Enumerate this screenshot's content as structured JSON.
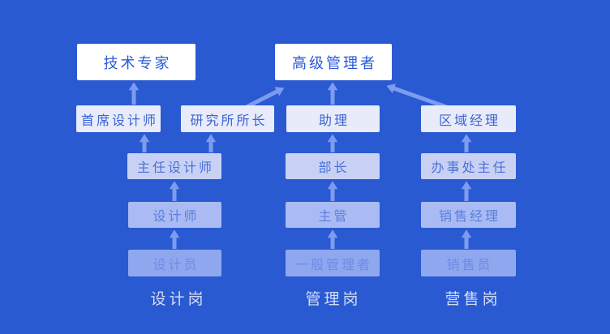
{
  "diagram_type": "career-path-org-chart",
  "colors": {
    "bg": "#2a5ad2",
    "box_white": "#ffffff",
    "text_blue": "#2b5ad8",
    "arrow_color": "#7d9cf0",
    "label_color": "#d4ddf6",
    "level_fills": [
      "#ffffff",
      "#e8ebf9",
      "#c8d1f4",
      "#a9bbf2",
      "#8fa7ee"
    ]
  },
  "nodes": {
    "tech_expert": {
      "label": "技术专家",
      "level": 1
    },
    "senior_manager": {
      "label": "高级管理者",
      "level": 1
    },
    "chief_designer": {
      "label": "首席设计师",
      "level": 2
    },
    "institute_director": {
      "label": "研究所所长",
      "level": 2
    },
    "assistant": {
      "label": "助理",
      "level": 2
    },
    "regional_manager": {
      "label": "区域经理",
      "level": 2
    },
    "director_designer": {
      "label": "主任设计师",
      "level": 3
    },
    "department_head": {
      "label": "部长",
      "level": 3
    },
    "office_director": {
      "label": "办事处主任",
      "level": 3
    },
    "designer": {
      "label": "设计师",
      "level": 4
    },
    "supervisor": {
      "label": "主管",
      "level": 4
    },
    "sales_manager": {
      "label": "销售经理",
      "level": 4
    },
    "design_staff": {
      "label": "设计员",
      "level": 5
    },
    "general_manager": {
      "label": "一般管理者",
      "level": 5
    },
    "salesperson": {
      "label": "销售员",
      "level": 5
    }
  },
  "edges": [
    {
      "from": "首席设计师",
      "to": "技术专家"
    },
    {
      "from": "研究所所长",
      "to": "高级管理者"
    },
    {
      "from": "助理",
      "to": "高级管理者"
    },
    {
      "from": "区域经理",
      "to": "高级管理者"
    },
    {
      "from": "主任设计师",
      "to": "首席设计师"
    },
    {
      "from": "主任设计师",
      "to": "研究所所长"
    },
    {
      "from": "部长",
      "to": "助理"
    },
    {
      "from": "办事处主任",
      "to": "区域经理"
    },
    {
      "from": "设计师",
      "to": "主任设计师"
    },
    {
      "from": "主管",
      "to": "部长"
    },
    {
      "from": "销售经理",
      "to": "办事处主任"
    },
    {
      "from": "设计员",
      "to": "设计师"
    },
    {
      "from": "一般管理者",
      "to": "主管"
    },
    {
      "from": "销售员",
      "to": "销售经理"
    }
  ],
  "column_labels": {
    "design": "设计岗",
    "management": "管理岗",
    "sales": "营售岗"
  }
}
